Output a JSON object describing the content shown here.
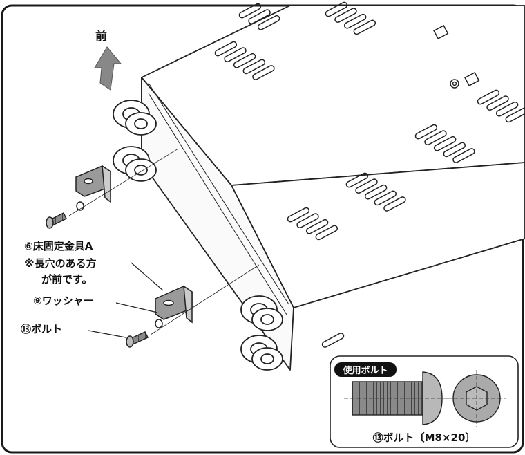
{
  "direction_label": "前",
  "callouts": {
    "bracket_line1": "⑥床固定金具A",
    "bracket_line2": "※長穴のある方",
    "bracket_line3": "が前です。",
    "washer": "⑨ワッシャー",
    "bolt": "⑬ボルト"
  },
  "inset": {
    "badge": "使用ボルト",
    "caption": "⑬ボルト〔M8×20〕"
  },
  "colors": {
    "frame": "#1a1a1a",
    "line": "#222222",
    "badge_bg": "#111111",
    "badge_text": "#ffffff",
    "part_fill": "#9a9a9a",
    "thread_fill": "#7d7d7d"
  }
}
